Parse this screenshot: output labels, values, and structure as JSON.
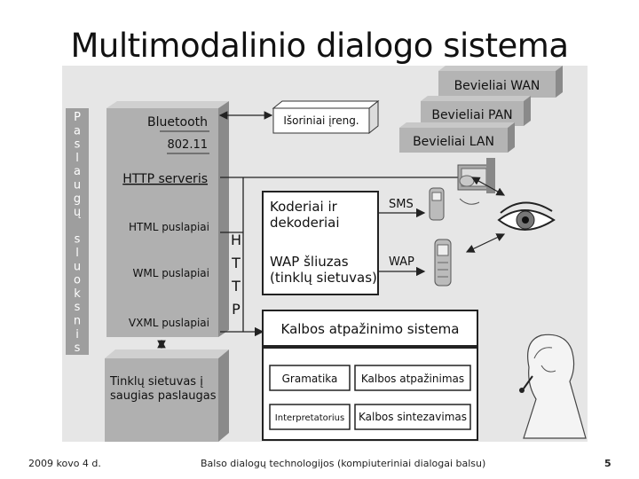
{
  "slide": {
    "title": "Multimodalinio dialogo sistema"
  },
  "diagram": {
    "left_column": {
      "label": "P a s l a u g ų   s l u o k s n i s",
      "letters": [
        "P",
        "a",
        "s",
        "l",
        "a",
        "u",
        "g",
        "ų",
        "",
        "s",
        "l",
        "u",
        "o",
        "k",
        "s",
        "n",
        "i",
        "s"
      ]
    },
    "server": {
      "bluetooth": "Bluetooth",
      "wifi": "802.11",
      "http": "HTTP serveris",
      "html": "HTML puslapiai",
      "wml": "WML puslapiai",
      "vxml": "VXML puslapiai"
    },
    "http_vertical": [
      "H",
      "T",
      "T",
      "P"
    ],
    "network": {
      "external": "Išoriniai įreng.",
      "wan": "Bevieliai WAN",
      "pan": "Bevieliai PAN",
      "lan": "Bevieliai LAN"
    },
    "codec": {
      "line1": "Koderiai ir",
      "line2": "dekoderiai",
      "sms": "SMS",
      "wap_gateway1": "WAP šliuzas",
      "wap_gateway2": "(tinklų sietuvas)",
      "wap": "WAP"
    },
    "gateway_box": {
      "line1": "Tinklų sietuvas į",
      "line2": "saugias paslaugas"
    },
    "speech": {
      "title": "Kalbos atpažinimo sistema",
      "grammar": "Gramatika",
      "recognition": "Kalbos atpažinimas",
      "interpreter": "Interpretatorius",
      "synthesis": "Kalbos sintezavimas"
    },
    "icons": [
      "pc-icon",
      "eye-icon",
      "phone-icon",
      "person-icon"
    ]
  },
  "footer": {
    "date": "2009 kovo 4 d.",
    "course": "Balso dialogų technologijos (kompiuteriniai dialogai balsu)",
    "page": "5"
  },
  "colors": {
    "background": "#e6e6e6",
    "block": "#b4b4b4",
    "block_dark": "#8c8c8c",
    "accent": "#9c9c9c"
  }
}
